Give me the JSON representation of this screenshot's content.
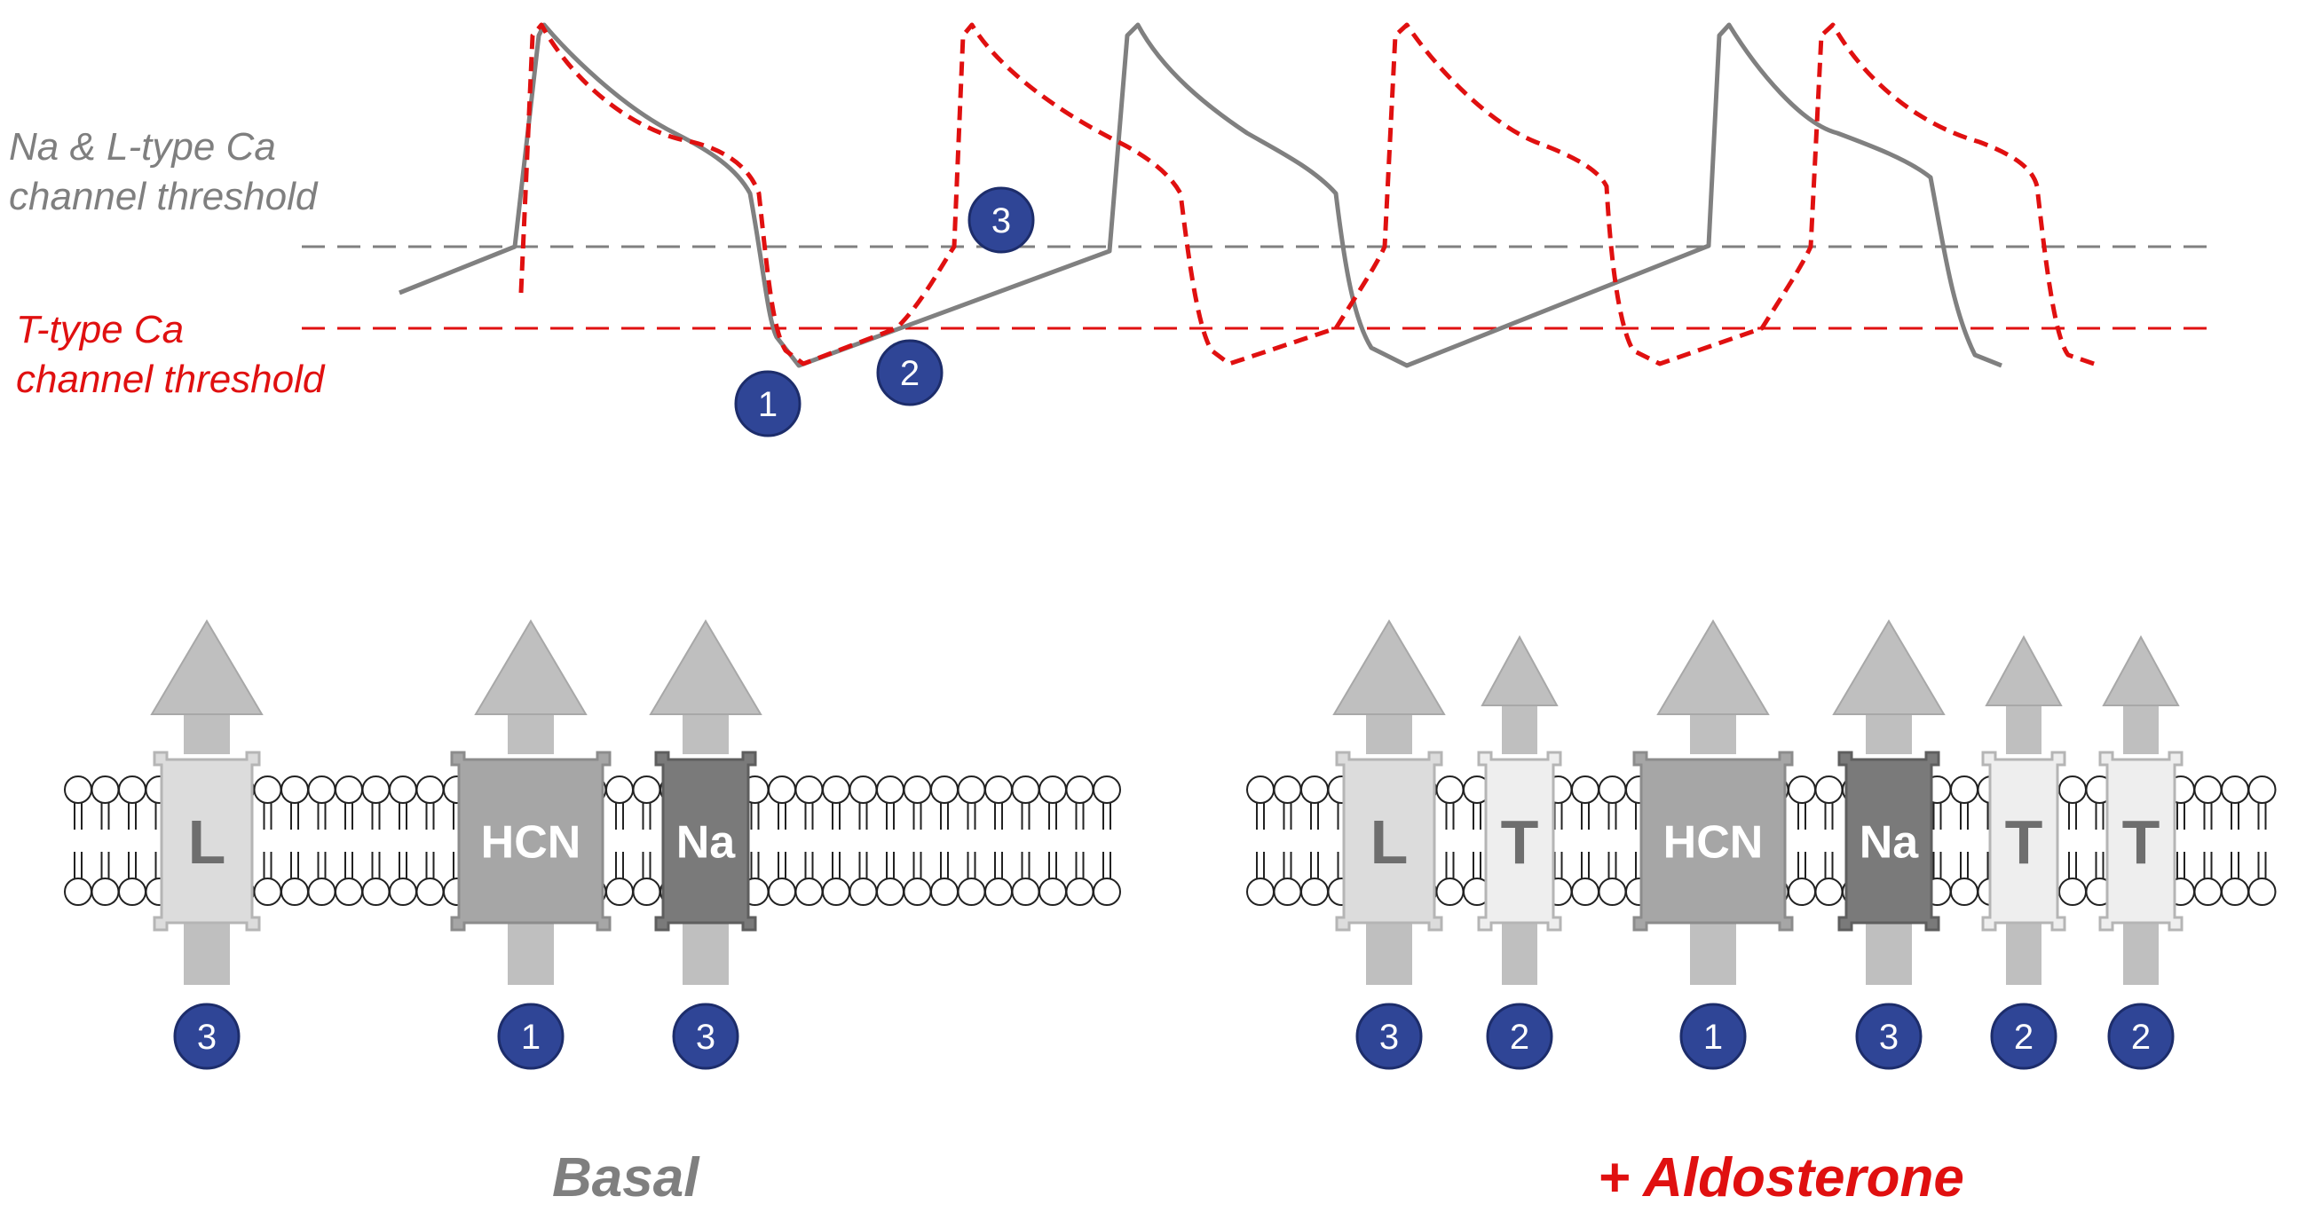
{
  "labels": {
    "na_l_threshold": [
      "Na & L-type Ca",
      "channel threshold"
    ],
    "t_threshold": [
      "T-type Ca",
      "channel threshold"
    ]
  },
  "trace_badges": [
    "1",
    "2",
    "3"
  ],
  "panels": {
    "basal": {
      "label": "Basal",
      "channels": [
        {
          "label": "L",
          "badge": "3"
        },
        {
          "label": "HCN",
          "badge": "1"
        },
        {
          "label": "Na",
          "badge": "3"
        }
      ]
    },
    "aldosterone": {
      "label": "+ Aldosterone",
      "channels": [
        {
          "label": "L",
          "badge": "3"
        },
        {
          "label": "T",
          "badge": "2"
        },
        {
          "label": "HCN",
          "badge": "1"
        },
        {
          "label": "Na",
          "badge": "3"
        },
        {
          "label": "T",
          "badge": "2"
        },
        {
          "label": "T",
          "badge": "2"
        }
      ]
    }
  },
  "colors": {
    "gray_trace": "#808080",
    "red_trace": "#e01010",
    "badge_fill": "#2f4596",
    "badge_stroke": "#1d2d6b",
    "red_text": "#e01010",
    "gray_text": "#7f7f7f",
    "L": "#dcdcdc",
    "T": "#eeeeee",
    "HCN": "#a6a6a6",
    "Na": "#7a7a7a"
  }
}
